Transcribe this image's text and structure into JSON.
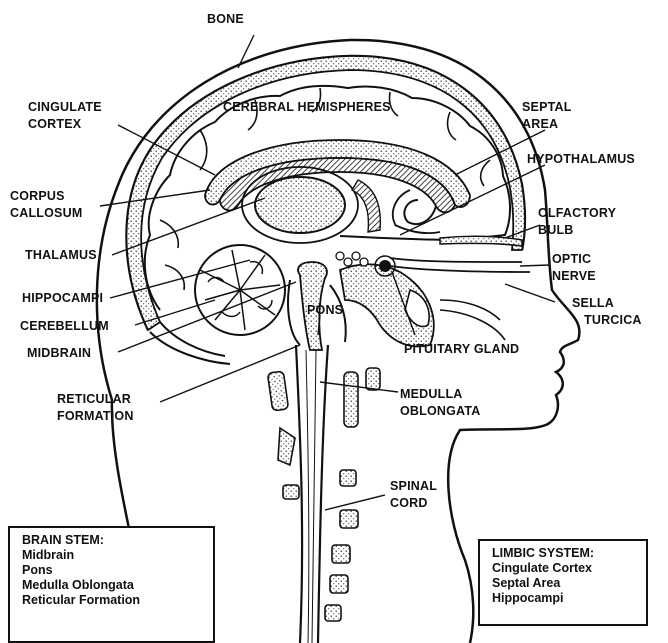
{
  "labels": {
    "bone": "BONE",
    "cingulate_cortex_1": "CINGULATE",
    "cingulate_cortex_2": "CORTEX",
    "cerebral_hemispheres": "CEREBRAL HEMISPHERES",
    "septal_area_1": "SEPTAL",
    "septal_area_2": "AREA",
    "hypothalamus": "HYPOTHALAMUS",
    "corpus_callosum_1": "CORPUS",
    "corpus_callosum_2": "CALLOSUM",
    "olfactory_bulb_1": "OLFACTORY",
    "olfactory_bulb_2": "BULB",
    "thalamus": "THALAMUS",
    "optic_nerve_1": "OPTIC",
    "optic_nerve_2": "NERVE",
    "hippocampi": "HIPPOCAMPI",
    "sella_turcica_1": "SELLA",
    "sella_turcica_2": "TURCICA",
    "cerebellum": "CEREBELLUM",
    "pons": "PONS",
    "midbrain": "MIDBRAIN",
    "pituitary_gland": "PITUITARY GLAND",
    "reticular_formation_1": "RETICULAR",
    "reticular_formation_2": "FORMATION",
    "medulla_oblongata_1": "MEDULLA",
    "medulla_oblongata_2": "OBLONGATA",
    "spinal_cord_1": "SPINAL",
    "spinal_cord_2": "CORD"
  },
  "legend_brain_stem": {
    "title": "BRAIN STEM:",
    "items": [
      "Midbrain",
      "Pons",
      "Medulla Oblongata",
      "Reticular Formation"
    ]
  },
  "legend_limbic": {
    "title": "LIMBIC SYSTEM:",
    "items": [
      "Cingulate Cortex",
      "Septal Area",
      "Hippocampi"
    ]
  }
}
